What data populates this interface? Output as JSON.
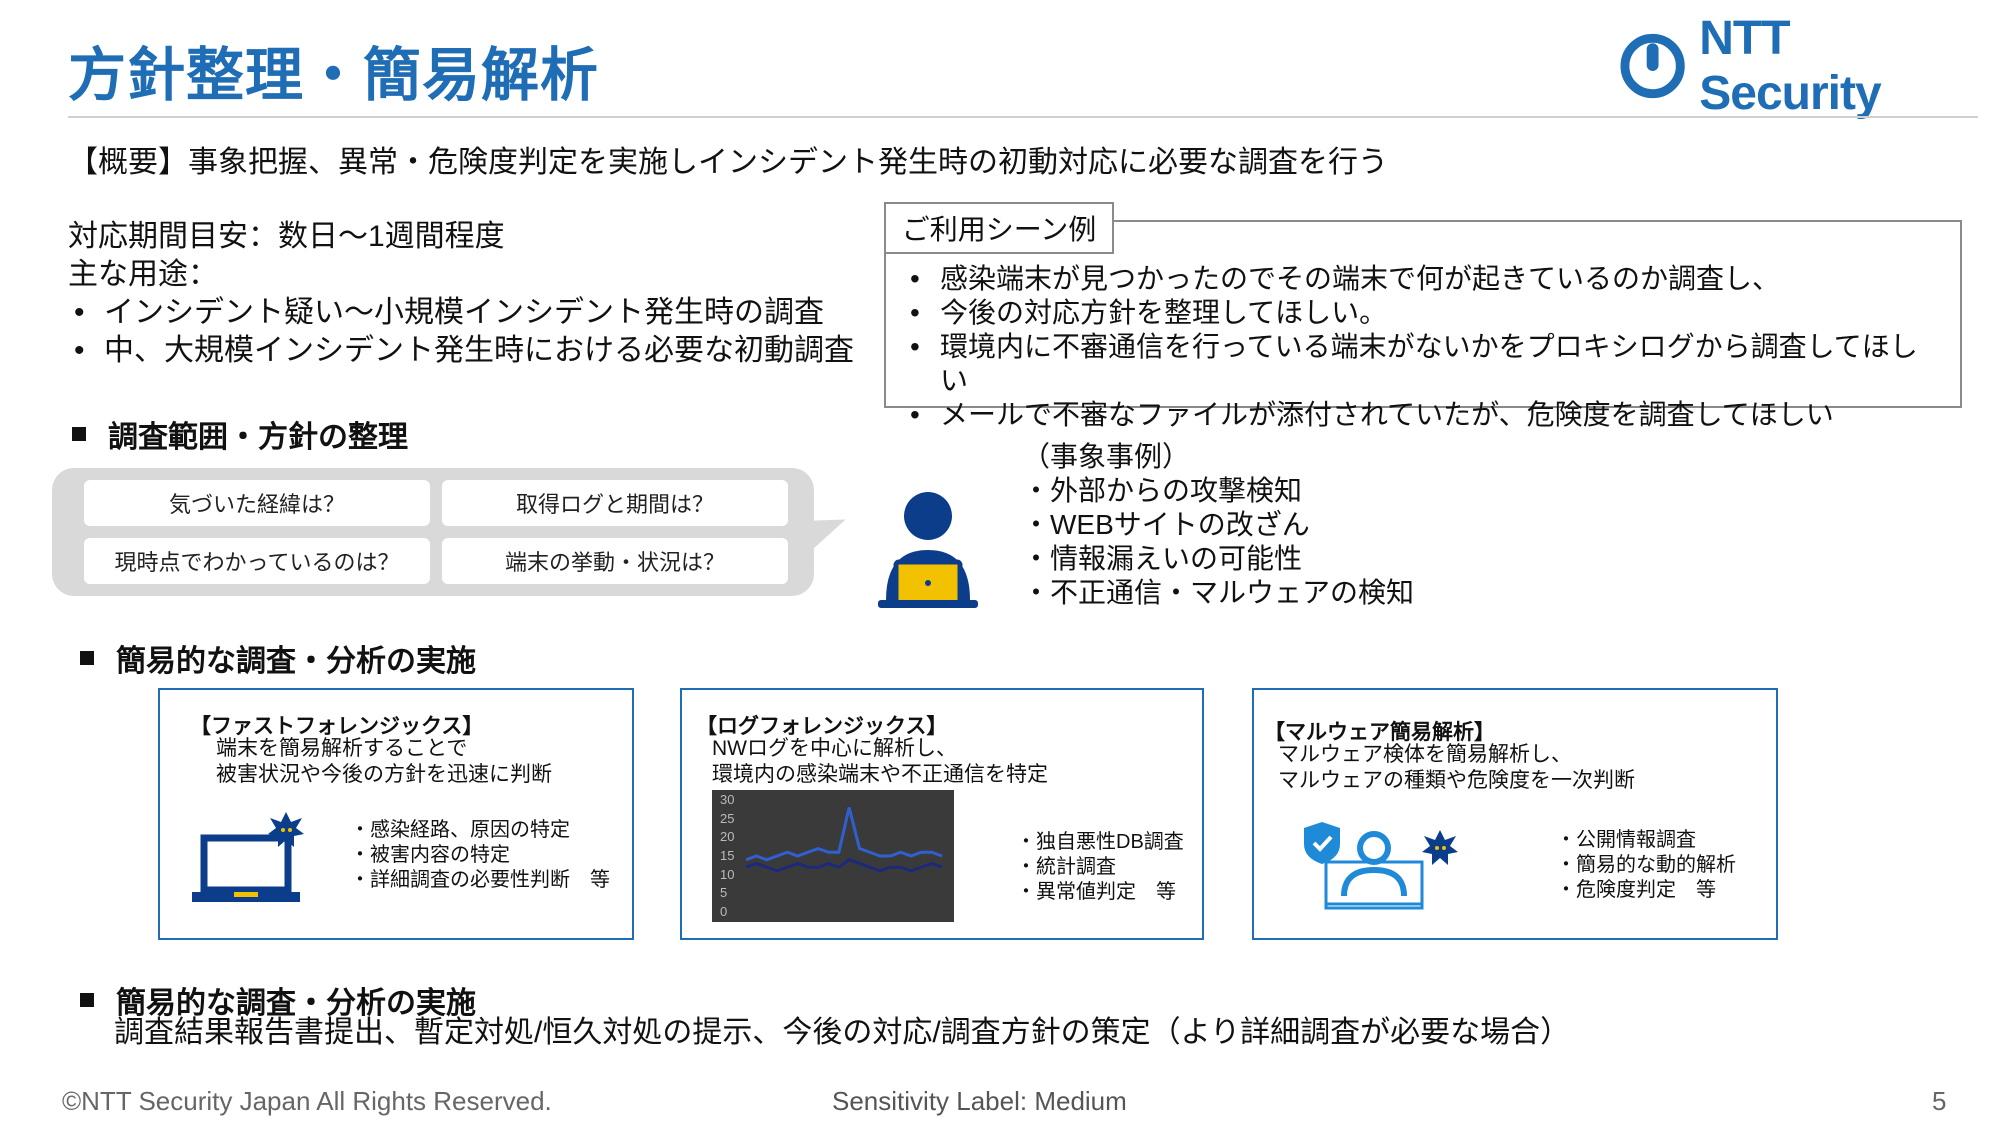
{
  "header": {
    "title": "方針整理・簡易解析",
    "logo_text": "NTT Security"
  },
  "overview": "【概要】事象把握、異常・危険度判定を実施しインシデント発生時の初動対応に必要な調査を行う",
  "period": "対応期間目安：数日～1週間程度",
  "uses_label": "主な用途：",
  "uses": [
    "インシデント疑い～小規模インシデント発生時の調査",
    "中、大規模インシデント発生時における必要な初動調査"
  ],
  "scene": {
    "label": "ご利用シーン例",
    "items": [
      "感染端末が見つかったのでその端末で何が起きているのか調査し、",
      "今後の対応方針を整理してほしい。",
      "環境内に不審通信を行っている端末がないかをプロキシログから調査してほしい",
      "メールで不審なファイルが添付されていたが、危険度を調査してほしい"
    ]
  },
  "section1": {
    "heading": "調査範囲・方針の整理",
    "questions": [
      "気づいた経緯は？",
      "取得ログと期間は？",
      "現時点でわかっているのは？",
      "端末の挙動・状況は？"
    ],
    "examples": [
      "（事象事例）",
      "・外部からの攻撃検知",
      "・WEBサイトの改ざん",
      "・情報漏えいの可能性",
      "・不正通信・マルウェアの検知"
    ]
  },
  "section2": {
    "heading": "簡易的な調査・分析の実施",
    "cards": [
      {
        "title": "【ファストフォレンジックス】",
        "desc": [
          "端末を簡易解析することで",
          "被害状況や今後の方針を迅速に判断"
        ],
        "list": [
          "・感染経路、原因の特定",
          "・被害内容の特定",
          "・詳細調査の必要性判断　等"
        ]
      },
      {
        "title": "【ログフォレンジックス】",
        "desc": [
          "NWログを中心に解析し、",
          "環境内の感染端末や不正通信を特定"
        ],
        "list": [
          "・独自悪性DB調査",
          "・統計調査",
          "・異常値判定　等"
        ]
      },
      {
        "title": "【マルウェア簡易解析】",
        "desc": [
          "マルウェア検体を簡易解析し、",
          "マルウェアの種類や危険度を一次判断"
        ],
        "list": [
          "・公開情報調査",
          "・簡易的な動的解析",
          "・危険度判定　等"
        ]
      }
    ]
  },
  "chart_data": {
    "type": "line",
    "title": "",
    "ylim": [
      0,
      30
    ],
    "y_ticks": [
      "30",
      "25",
      "20",
      "15",
      "10",
      "5",
      "0"
    ],
    "x": [
      1,
      2,
      3,
      4,
      5,
      6,
      7,
      8,
      9,
      10,
      11,
      12,
      13,
      14,
      15,
      16,
      17,
      18,
      19,
      20
    ],
    "series": [
      {
        "values": [
          14,
          15,
          14,
          15,
          16,
          15,
          16,
          17,
          16,
          16,
          28,
          17,
          16,
          15,
          15,
          16,
          15,
          16,
          16,
          15
        ]
      },
      {
        "values": [
          12,
          13,
          12,
          11,
          12,
          13,
          12,
          12,
          13,
          12,
          14,
          13,
          12,
          11,
          12,
          12,
          11,
          12,
          13,
          12
        ]
      }
    ],
    "colors": [
      "#2f5fd0",
      "#1c2a7a"
    ]
  },
  "section3": {
    "heading": "簡易的な調査・分析の実施",
    "text": "調査結果報告書提出、暫定対処/恒久対処の提示、今後の対応/調査方針の策定（より詳細調査が必要な場合）"
  },
  "footer": {
    "copyright": "©NTT Security Japan All Rights Reserved.",
    "sensitivity": "Sensitivity Label: Medium",
    "page": "5"
  },
  "colors": {
    "brand": "#1f6db5",
    "icon_navy": "#0c3d8a",
    "accent_yellow": "#f2c200",
    "icon_blue": "#1f8ad8"
  }
}
